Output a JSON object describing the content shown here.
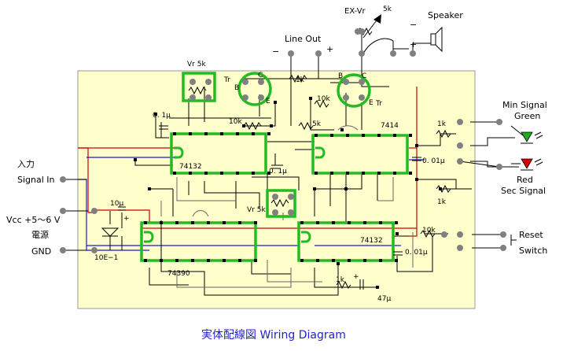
{
  "caption": "実体配線図 Wiring Diagram",
  "ics": {
    "ic1": "74132",
    "ic2": "7414",
    "ic3": "74390",
    "ic4": "74132"
  },
  "labels": {
    "ex_vr": "EX-Vr",
    "ex_vr_val": "5k",
    "speaker": "Speaker",
    "line_out": "Line Out",
    "minus": "−",
    "plus": "+",
    "vr5k_top": "Vr 5k",
    "vr5k_mid": "Vr 5k",
    "tr": "Tr",
    "tr2": "Tr",
    "b": "B",
    "c": "C",
    "e": "E",
    "r1k_top": "1k",
    "r10k_top": "10k",
    "c01u_a": "0. 1μ",
    "r10k_left": "10k",
    "r5k": "5k",
    "c01u_b": "0. 1μ",
    "c001u_a": "0. 01μ",
    "r1k_a": "1k",
    "r1k_b": "1k",
    "c10u": "10μ",
    "diode": "10E−1",
    "r10k_bot": "10k",
    "c001u_b": "0. 01μ",
    "r1k_bot": "1k",
    "c47u": "47μ"
  },
  "io": {
    "input_ja": "入力",
    "input_en": "Signal In",
    "vcc": "Vcc +5〜6 V",
    "power_ja": "電源",
    "gnd": "GND",
    "min_signal": "Min Signal",
    "green": "Green",
    "red": "Red",
    "sec_signal": "Sec Signal",
    "reset": "Reset",
    "switch": "Switch"
  },
  "colors": {
    "board": "#ffffcc",
    "ic_outline": "#22bb22",
    "power_wire": "#cc0000",
    "gnd_wire": "#1a1acc",
    "terminal": "#808080",
    "led_green": "#22aa22",
    "led_red": "#dd0000",
    "caption": "#1f1fd0"
  }
}
